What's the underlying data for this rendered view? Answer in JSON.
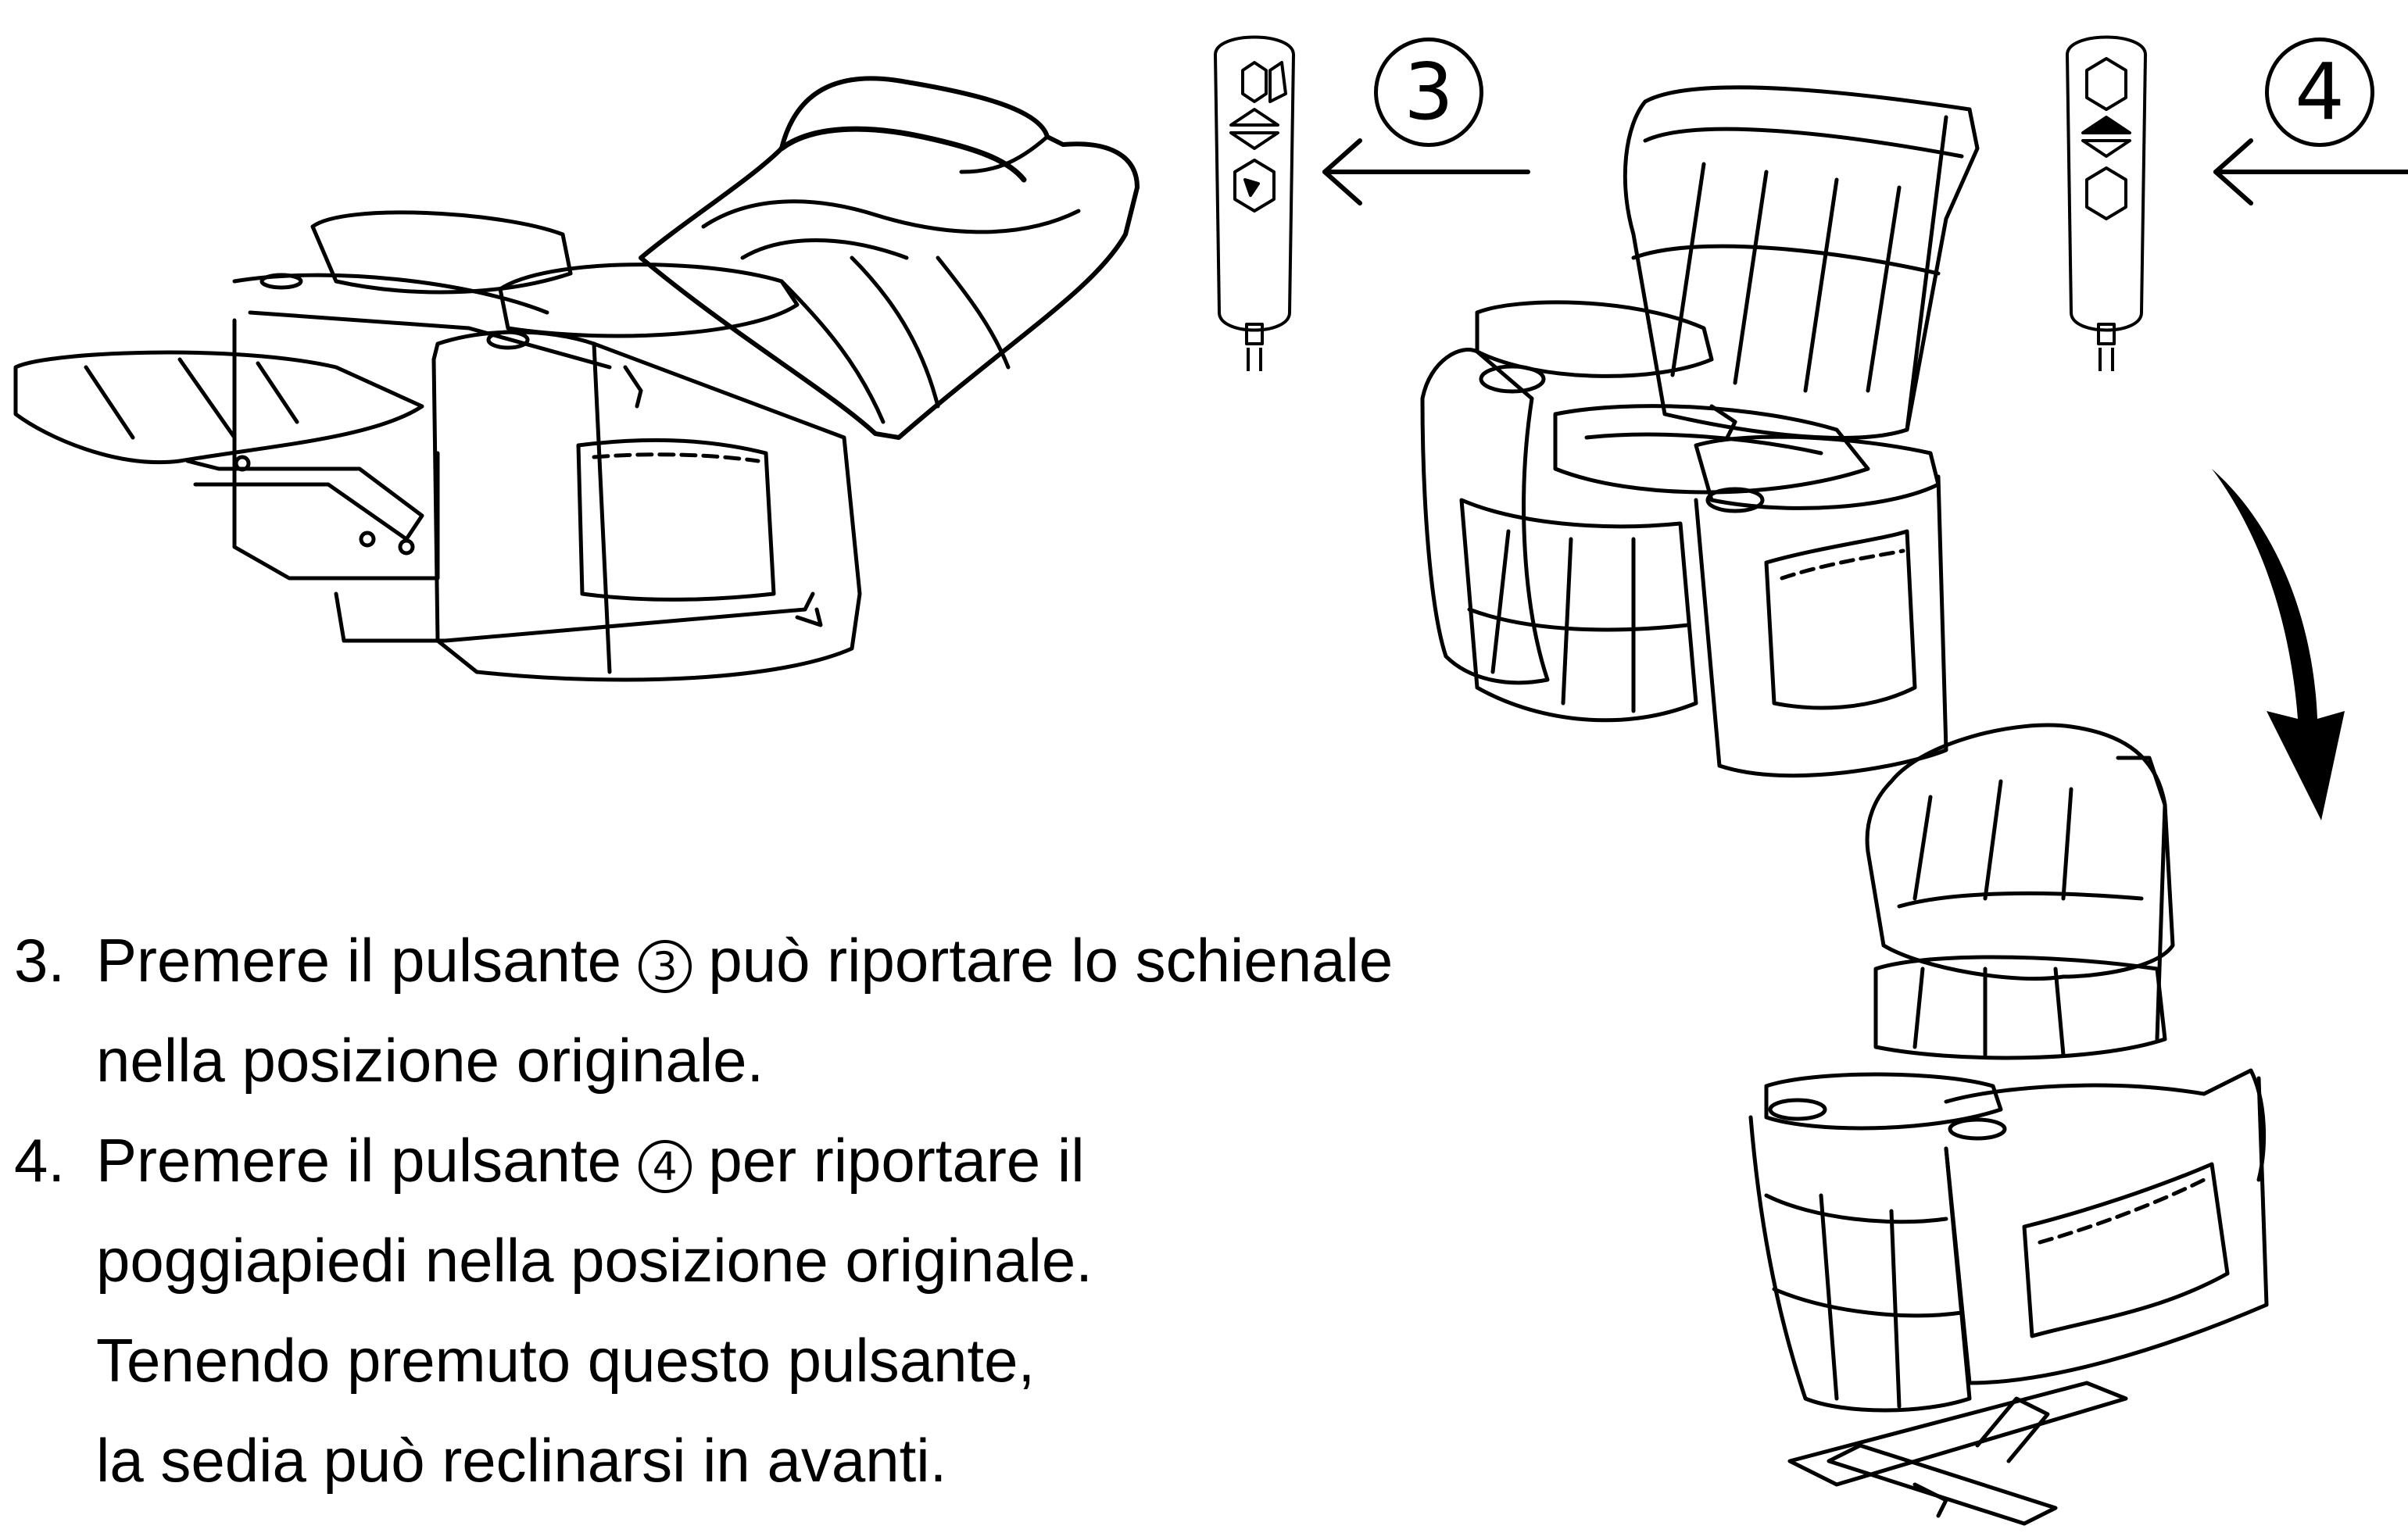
{
  "markers": {
    "step3": "3",
    "step4": "4"
  },
  "instructions": [
    {
      "number": "3.",
      "before_symbol": "Premere il pulsante ",
      "symbol": "3",
      "after_symbol": " può riportare lo schienale",
      "continuation": [
        "nella posizione originale."
      ]
    },
    {
      "number": "4.",
      "before_symbol": "Premere il pulsante ",
      "symbol": "4",
      "after_symbol": " per riportare il",
      "continuation": [
        "poggiapiedi nella posizione originale.",
        "Tenendo premuto questo pulsante,",
        "la sedia può reclinarsi in avanti."
      ]
    }
  ],
  "icons": [
    "recliner-reclined-illustration",
    "remote-control-icon",
    "arrow-left-icon",
    "recliner-upright-illustration",
    "curved-arrow-down-icon",
    "recliner-lift-illustration"
  ]
}
